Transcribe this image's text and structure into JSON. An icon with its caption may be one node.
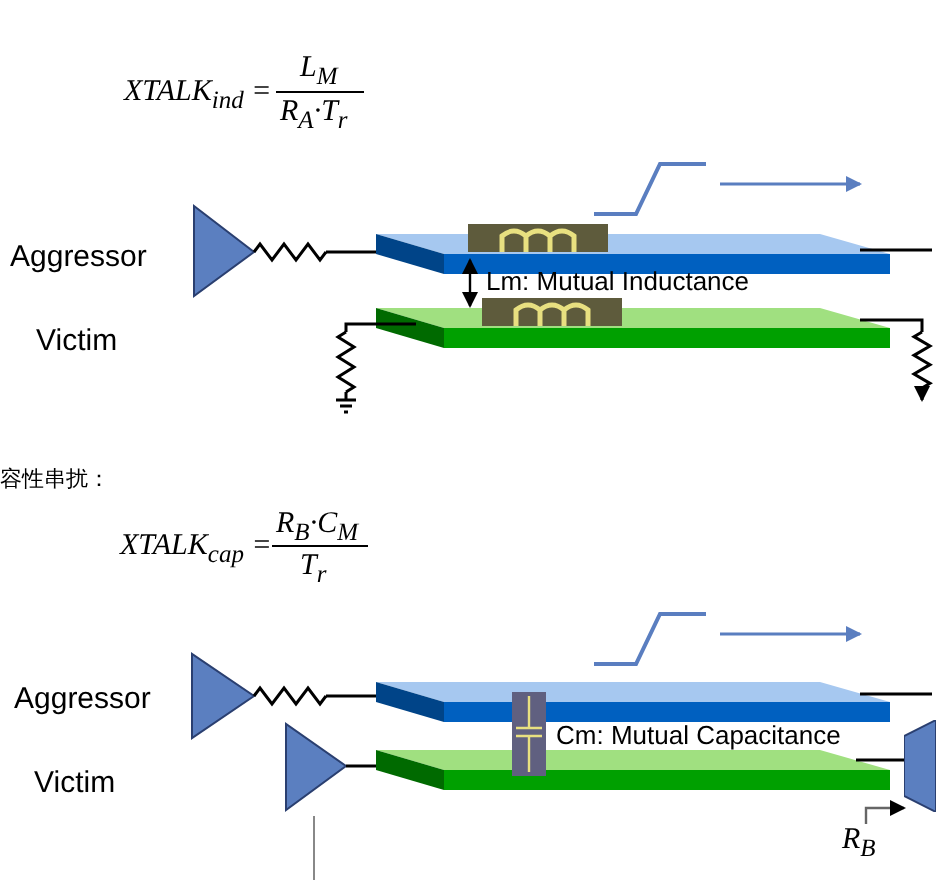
{
  "diagram": {
    "nodes": [
      {
        "text": [
          "R$_{B}$"
        ]
      },
      {
        "text": [],
        "shape": "triangle"
      }
    ],
    "edges": [
      {
        "from": 0,
        "to": 1,
        "arrow": "to"
      }
    ],
    "labels": [
      "XTALK$_{ind}$ =",
      "L$_{M}$",
      "R$_{A}$·T$_{r}$",
      "Aggressor",
      "Lm: Mutual Inductance",
      "Victim",
      "容性串扰：",
      "XTALK$_{cap}$ =",
      "R$_{B}$·C$_{M}$",
      "T$_{r}$",
      "Aggressor",
      "Cm: Mutual Capacitance",
      "Victim"
    ]
  }
}
